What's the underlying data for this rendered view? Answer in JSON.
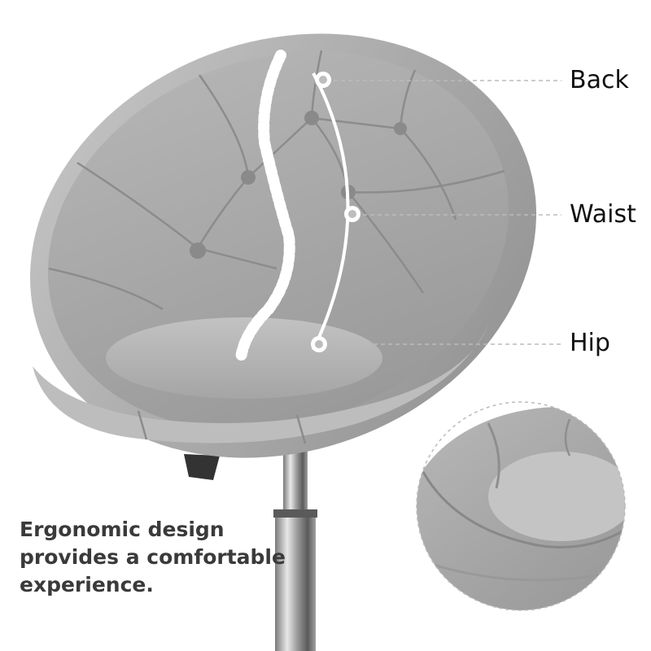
{
  "callouts": {
    "back": "Back",
    "waist": "Waist",
    "hip": "Hip"
  },
  "caption": {
    "line1": "Ergonomic design",
    "line2": "provides a comfortable",
    "line3": "experience."
  },
  "colors": {
    "velvet": "#a9a9a9",
    "velvet_dark": "#8e8e8e",
    "velvet_light": "#c6c6c6",
    "chrome": "#b9b9b9",
    "text": "#3a3a3a"
  }
}
